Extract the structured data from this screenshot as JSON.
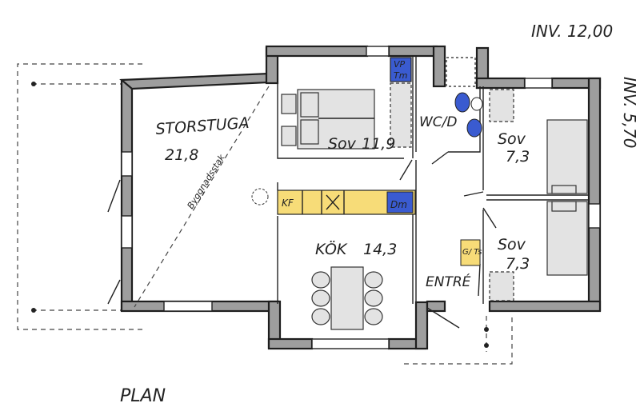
{
  "title": "PLAN",
  "annotations": {
    "inv_length": "INV. 12,00",
    "inv_width": "INV. 5,70",
    "roof_note": "Byggnadsstak"
  },
  "rooms": {
    "living": {
      "name": "STORSTUGA",
      "area": "21,8"
    },
    "bedroom_main": {
      "name": "Sov",
      "area": "11,9"
    },
    "wc": {
      "name": "WC/D"
    },
    "bedroom_2": {
      "name": "Sov",
      "area": "7,3"
    },
    "bedroom_3": {
      "name": "Sov",
      "area": "7,3"
    },
    "kitchen": {
      "name": "KÖK",
      "area": "14,3"
    },
    "entry": {
      "name": "ENTRÉ"
    }
  },
  "fixtures": {
    "kf": "KF",
    "dm": "Dm",
    "tm": "Tm",
    "vp": "VP",
    "gt": "G/ Ts"
  },
  "colors": {
    "wall": "#9e9e9e",
    "kitchen_counter": "#f7dc78",
    "appliance": "#3a5bd0",
    "furniture": "#e3e3e3"
  }
}
